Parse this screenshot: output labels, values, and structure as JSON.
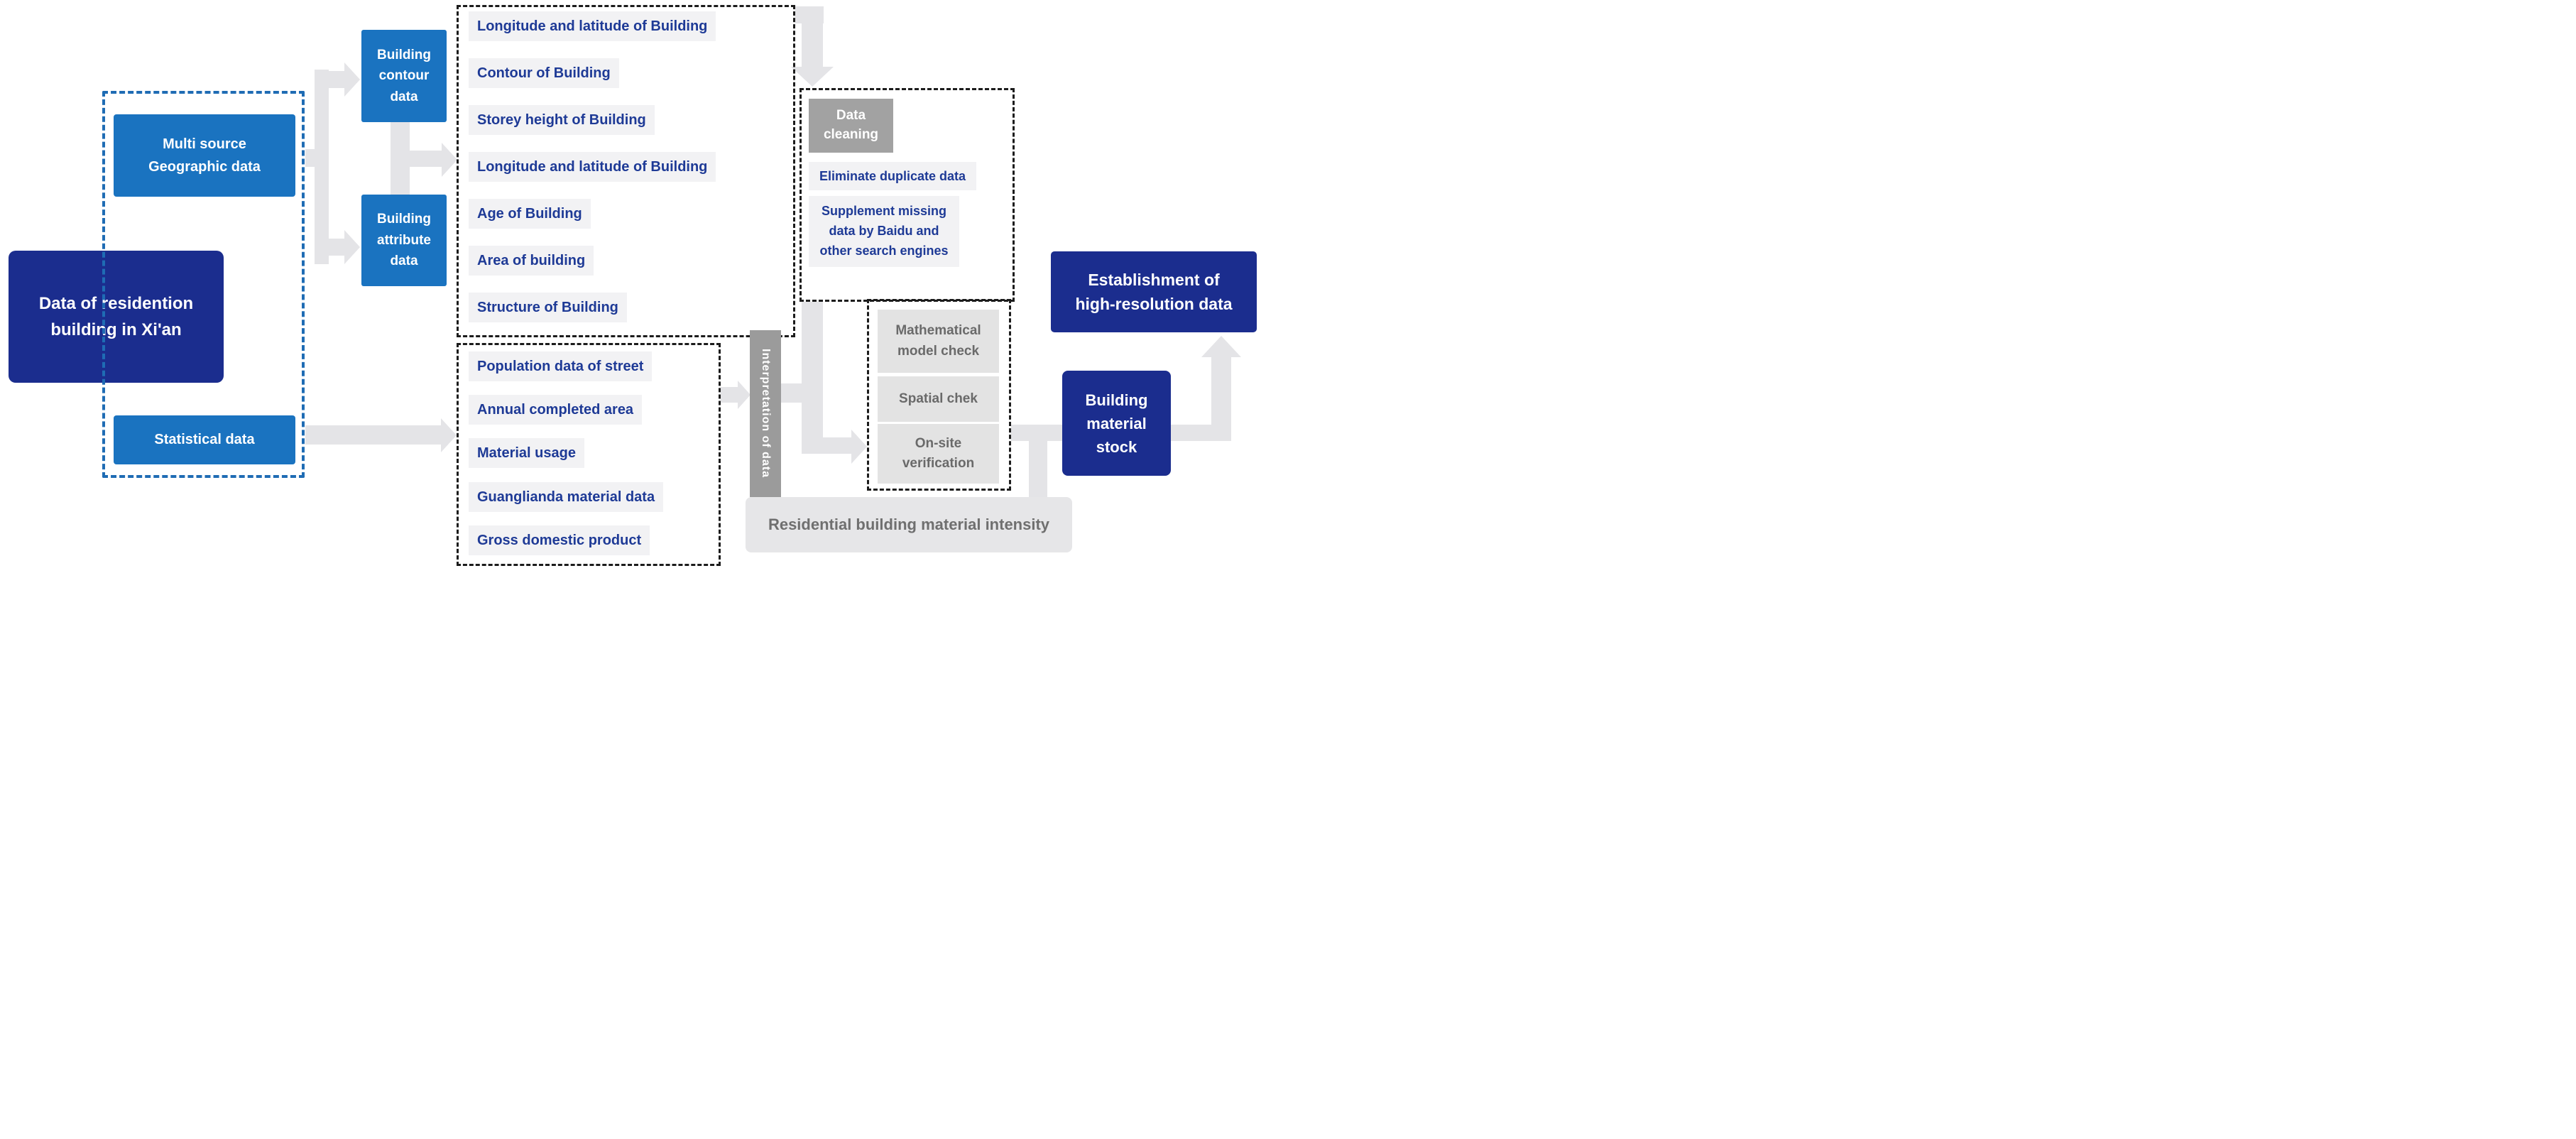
{
  "title": "Flow chart of establishment of high-resolution building material stock data for residential buildings in Xi'an",
  "colors": {
    "navy": "#1b2d8e",
    "medium_blue": "#1a73c0",
    "dashed_blue_border": "#1f6cb4",
    "dashed_black_border": "#1c1c1c",
    "arrow_gray": "#e4e4e7",
    "item_background": "#f2f2f4",
    "item_text_navy": "#1e3a96",
    "gray_label": "#a2a2a2",
    "interpretation_bar": "#9b9b9b",
    "check_background": "#e3e3e3",
    "check_text": "#6a6a6a",
    "intensity_background": "#e6e6e8"
  },
  "nodes": {
    "residention": "Data of residention\nbuilding in Xi'an",
    "multi_source": "Multi source\nGeographic data",
    "statistical": "Statistical data",
    "contour": "Building\ncontour\ndata",
    "attribute": "Building\nattribute\ndata",
    "geo_items": [
      "Longitude and latitude of Building",
      "Contour of Building",
      "Storey height of Building",
      "Longitude and latitude of Building",
      "Age of Building",
      "Area of building",
      "Structure of Building"
    ],
    "stat_items": [
      "Population data of street",
      "Annual completed area",
      "Material usage",
      "Guanglianda material data",
      "Gross domestic product"
    ],
    "cleaning_title": "Data\ncleaning",
    "cleaning_items": [
      "Eliminate duplicate data",
      "Supplement missing\ndata by Baidu and\nother search engines"
    ],
    "interpretation": "Interpretation of data",
    "checks": [
      "Mathematical\nmodel check",
      "Spatial chek",
      "On-site\nverification"
    ],
    "intensity": "Residential building material intensity",
    "stock": "Building\nmaterial\nstock",
    "establishment": "Establishment of\nhigh-resolution data"
  }
}
